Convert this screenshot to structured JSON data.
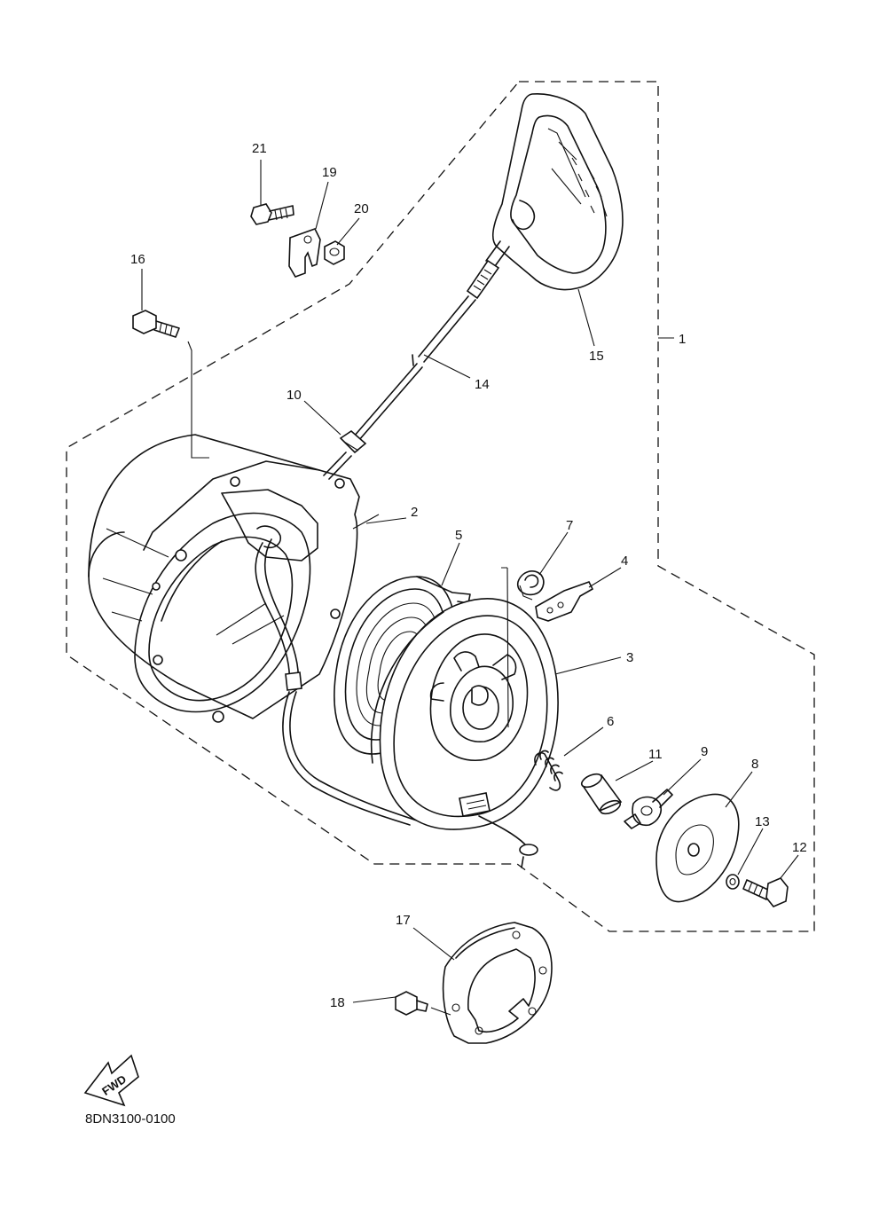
{
  "diagram_code": "8DN3100-0100",
  "fwd_label": "FWD",
  "callouts": {
    "c1": "1",
    "c2": "2",
    "c3": "3",
    "c4": "4",
    "c5": "5",
    "c6": "6",
    "c7": "7",
    "c8": "8",
    "c9": "9",
    "c10": "10",
    "c11": "11",
    "c12": "12",
    "c13": "13",
    "c14": "14",
    "c15": "15",
    "c16": "16",
    "c17": "17",
    "c18": "18",
    "c19": "19",
    "c20": "20",
    "c21": "21"
  }
}
